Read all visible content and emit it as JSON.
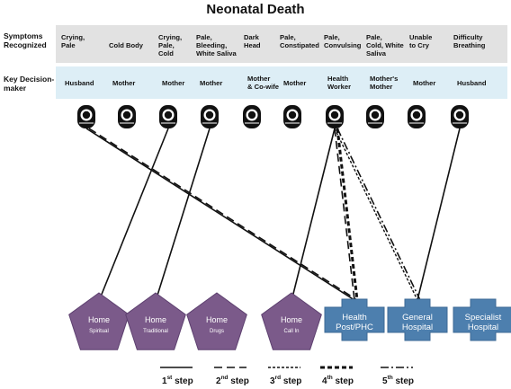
{
  "title": "Neonatal Death",
  "rows": {
    "symptoms_label_1": "Symptoms",
    "symptoms_label_2": "Recognized",
    "decision_label_1": "Key Decision-",
    "decision_label_2": "maker"
  },
  "cases": [
    {
      "symptom": [
        "Crying,",
        "Pale"
      ],
      "maker": [
        "Husband"
      ]
    },
    {
      "symptom": [
        "Cold Body"
      ],
      "maker": [
        "Mother"
      ]
    },
    {
      "symptom": [
        "Crying,",
        "Pale,",
        "Cold"
      ],
      "maker": [
        "Mother"
      ]
    },
    {
      "symptom": [
        "Pale,",
        "Bleeding,",
        "White Saliva"
      ],
      "maker": [
        "Mother"
      ]
    },
    {
      "symptom": [
        "Dark",
        "Head"
      ],
      "maker": [
        "Mother",
        "& Co-wife"
      ]
    },
    {
      "symptom": [
        "Pale,",
        "Constipated"
      ],
      "maker": [
        "Mother"
      ]
    },
    {
      "symptom": [
        "Pale,",
        "Convulsing"
      ],
      "maker": [
        "Health",
        "Worker"
      ]
    },
    {
      "symptom": [
        "Pale,",
        "Cold, White",
        "Saliva"
      ],
      "maker": [
        "Mother's",
        "Mother"
      ]
    },
    {
      "symptom": [
        "Unable",
        "to Cry"
      ],
      "maker": [
        "Mother"
      ]
    },
    {
      "symptom": [
        "Difficulty",
        "Breathing"
      ],
      "maker": [
        "Husband"
      ]
    }
  ],
  "destinations": [
    {
      "id": "home-spiritual",
      "shape": "pentagon",
      "title": "Home",
      "subtitle": "Spiritual",
      "color": "#7b5a8a"
    },
    {
      "id": "home-traditional",
      "shape": "pentagon",
      "title": "Home",
      "subtitle": "Traditional",
      "color": "#7b5a8a"
    },
    {
      "id": "home-drugs",
      "shape": "pentagon",
      "title": "Home",
      "subtitle": "Drugs",
      "color": "#7b5a8a"
    },
    {
      "id": "home-call-in",
      "shape": "pentagon",
      "title": "Home",
      "subtitle": "Call In",
      "color": "#7b5a8a"
    },
    {
      "id": "health-post",
      "shape": "cross",
      "title": "Health",
      "subtitle": "Post/PHC",
      "color": "#4d7fae"
    },
    {
      "id": "general-hospital",
      "shape": "cross",
      "title": "General",
      "subtitle": "Hospital",
      "color": "#4d7fae"
    },
    {
      "id": "specialist-hospital",
      "shape": "cross",
      "title": "Specialist",
      "subtitle": "Hospital",
      "color": "#4d7fae"
    }
  ],
  "paths": [
    {
      "from": 0,
      "to": "health-post",
      "step": 1
    },
    {
      "from": 0,
      "to": "health-post",
      "step": 2
    },
    {
      "from": 2,
      "to": "home-spiritual",
      "step": 1
    },
    {
      "from": 3,
      "to": "home-traditional",
      "step": 1
    },
    {
      "from": 6,
      "to": "home-call-in",
      "step": 1
    },
    {
      "from": 6,
      "to": "health-post",
      "step": 2
    },
    {
      "from": 6,
      "to": "health-post",
      "step": 4
    },
    {
      "from": 6,
      "to": "general-hospital",
      "step": 3
    },
    {
      "from": 6,
      "to": "general-hospital",
      "step": 5
    },
    {
      "from": 9,
      "to": "general-hospital",
      "step": 1
    }
  ],
  "legend": [
    {
      "step": 1,
      "num": "1",
      "sup": "st",
      "word": "step"
    },
    {
      "step": 2,
      "num": "2",
      "sup": "nd",
      "word": "step"
    },
    {
      "step": 3,
      "num": "3",
      "sup": "rd",
      "word": "step"
    },
    {
      "step": 4,
      "num": "4",
      "sup": "th",
      "word": "step"
    },
    {
      "step": 5,
      "num": "5",
      "sup": "th",
      "word": "step"
    }
  ]
}
